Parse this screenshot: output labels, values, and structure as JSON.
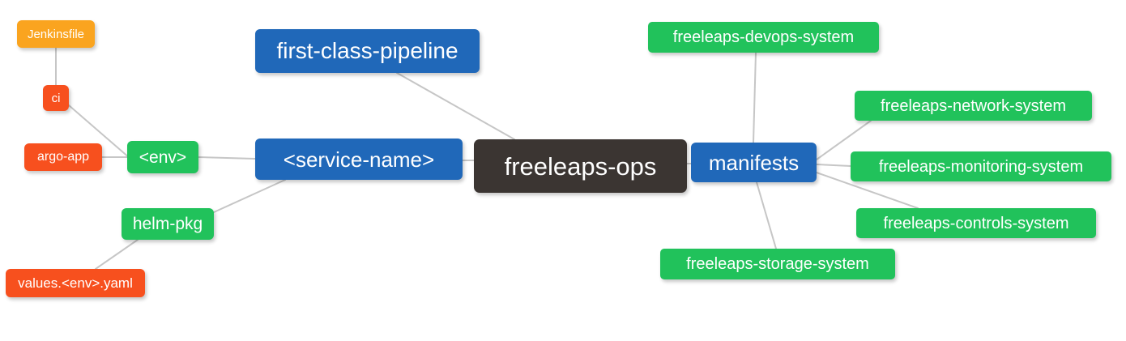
{
  "diagram": {
    "type": "mindmap",
    "title": "freeleaps-ops",
    "background_color": "#ffffff",
    "edge_color": "#c6c6c6",
    "colors": {
      "root": "#3b3532",
      "blue": "#2068b9",
      "green": "#21c25b",
      "orange": "#faa41f",
      "red": "#f7501e"
    },
    "nodes": [
      {
        "id": "jenkinsfile",
        "label": "Jenkinsfile",
        "color": "orange"
      },
      {
        "id": "ci",
        "label": "ci",
        "color": "red"
      },
      {
        "id": "argo-app",
        "label": "argo-app",
        "color": "red"
      },
      {
        "id": "env",
        "label": "<env>",
        "color": "green"
      },
      {
        "id": "values-yaml",
        "label": "values.<env>.yaml",
        "color": "red"
      },
      {
        "id": "helm-pkg",
        "label": "helm-pkg",
        "color": "green"
      },
      {
        "id": "first-class",
        "label": "first-class-pipeline",
        "color": "blue"
      },
      {
        "id": "service-name",
        "label": "<service-name>",
        "color": "blue"
      },
      {
        "id": "freeleaps-ops",
        "label": "freeleaps-ops",
        "color": "root"
      },
      {
        "id": "manifests",
        "label": "manifests",
        "color": "blue"
      },
      {
        "id": "devops-system",
        "label": "freeleaps-devops-system",
        "color": "green"
      },
      {
        "id": "network-system",
        "label": "freeleaps-network-system",
        "color": "green"
      },
      {
        "id": "monitoring-system",
        "label": "freeleaps-monitoring-system",
        "color": "green"
      },
      {
        "id": "controls-system",
        "label": "freeleaps-controls-system",
        "color": "green"
      },
      {
        "id": "storage-system",
        "label": "freeleaps-storage-system",
        "color": "green"
      }
    ],
    "edges": [
      {
        "from": "jenkinsfile",
        "to": "ci"
      },
      {
        "from": "ci",
        "to": "env"
      },
      {
        "from": "argo-app",
        "to": "env"
      },
      {
        "from": "env",
        "to": "service-name"
      },
      {
        "from": "helm-pkg",
        "to": "service-name"
      },
      {
        "from": "values-yaml",
        "to": "helm-pkg"
      },
      {
        "from": "first-class",
        "to": "freeleaps-ops"
      },
      {
        "from": "service-name",
        "to": "freeleaps-ops"
      },
      {
        "from": "freeleaps-ops",
        "to": "manifests"
      },
      {
        "from": "manifests",
        "to": "devops-system"
      },
      {
        "from": "manifests",
        "to": "network-system"
      },
      {
        "from": "manifests",
        "to": "monitoring-system"
      },
      {
        "from": "manifests",
        "to": "controls-system"
      },
      {
        "from": "manifests",
        "to": "storage-system"
      }
    ]
  }
}
